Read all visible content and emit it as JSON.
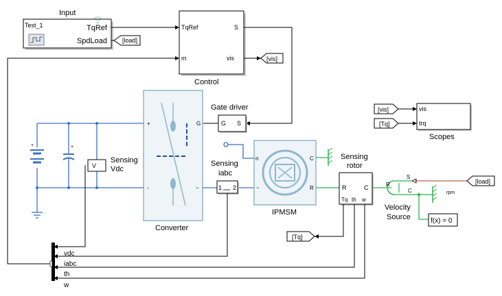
{
  "diagram": {
    "blocks": {
      "input": {
        "title": "Input",
        "scenario": "Test_1",
        "out1": "TqRef",
        "out2": "SpdLoad"
      },
      "control": {
        "title": "Control",
        "in1": "TqRef",
        "in2": "m",
        "out1": "S",
        "out2": "vis"
      },
      "gate_driver": {
        "title": "Gate driver",
        "port1": "G",
        "port2": "S"
      },
      "converter": {
        "title": "Converter"
      },
      "sensing_vdc": {
        "title_line1": "Sensing",
        "title_line2": "Vdc",
        "glyph": "V"
      },
      "sensing_iabc": {
        "title_line1": "Sensing",
        "title_line2": "iabc",
        "port1": "1",
        "port2": "2"
      },
      "ipmsm": {
        "title": "IPMSM",
        "port_n": "n",
        "port_c": "C",
        "port_r": "R"
      },
      "sensing_rotor": {
        "title_line1": "Sensing",
        "title_line2": "rotor",
        "port_r": "R",
        "port_c": "C",
        "out1": "Tq",
        "out2": "th",
        "out3": "w"
      },
      "velocity_source": {
        "title_line1": "Velocity",
        "title_line2": "Source",
        "port_r": "R",
        "port_s": "S",
        "port_c": "C",
        "unit": "rpm"
      },
      "solver": {
        "label": "f(x) = 0"
      },
      "scopes": {
        "title": "Scopes",
        "in1": "vis",
        "in2": "trq"
      }
    },
    "tags": {
      "goto_load": "[load]",
      "goto_vis": "[vis]",
      "from_vis": "[vis]",
      "from_tq": "[Tq]",
      "from_load": "[load]",
      "goto_tq": "[Tq]"
    },
    "bus_signals": [
      "vdc",
      "iabc",
      "th",
      "w"
    ],
    "colors": {
      "electrical": "#3a6fc4",
      "mechanical": "#2bb24c",
      "physical_block_border": "#8eb6cc",
      "signal": "#000000"
    }
  }
}
